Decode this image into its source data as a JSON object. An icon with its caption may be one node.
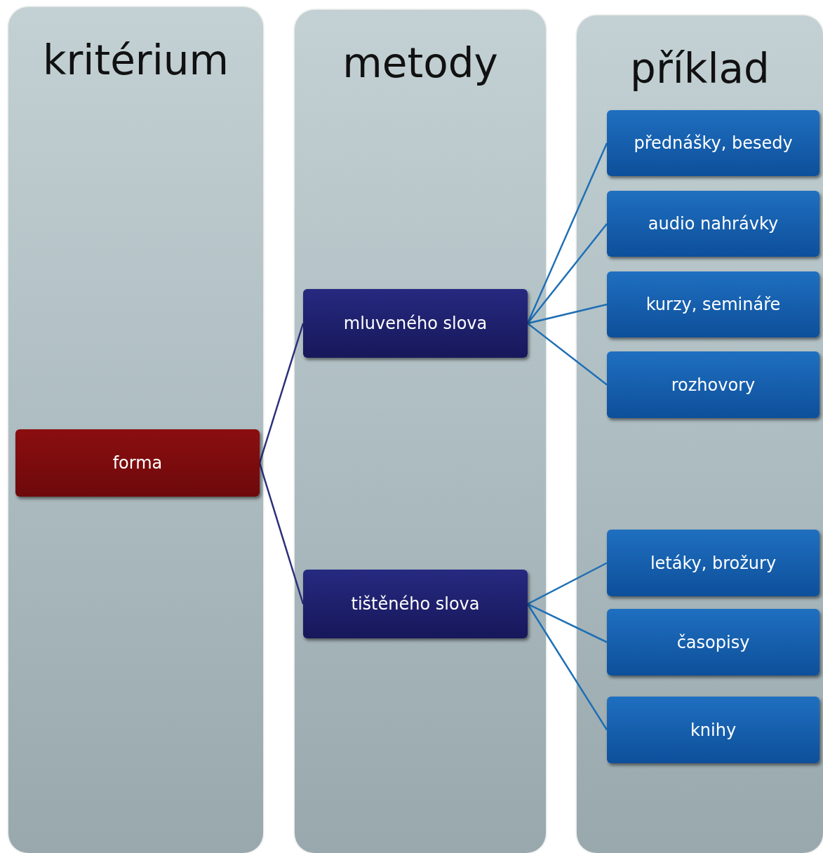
{
  "diagram": {
    "nodes": [
      {
        "text": [
          "kritérium"
        ]
      },
      {
        "text": [
          "metody"
        ]
      },
      {
        "text": [
          "příklad"
        ]
      },
      {
        "text": [
          "forma"
        ],
        "in": 0
      },
      {
        "text": [
          "mluveného slova"
        ],
        "in": 1
      },
      {
        "text": [
          "tištěného slova"
        ],
        "in": 1
      },
      {
        "text": [
          "přednášky, besedy"
        ],
        "in": 2
      },
      {
        "text": [
          "audio nahrávky"
        ],
        "in": 2
      },
      {
        "text": [
          "kurzy, semináře"
        ],
        "in": 2
      },
      {
        "text": [
          "rozhovory"
        ],
        "in": 2
      },
      {
        "text": [
          "letáky, brožury"
        ],
        "in": 2
      },
      {
        "text": [
          "časopisy"
        ],
        "in": 2
      },
      {
        "text": [
          "knihy"
        ],
        "in": 2
      }
    ],
    "edges": [
      {
        "from": 3,
        "to": 4,
        "arrow": "none",
        "color": "#2b2f7a"
      },
      {
        "from": 3,
        "to": 5,
        "arrow": "none",
        "color": "#2b2f7a"
      },
      {
        "from": 4,
        "to": 6,
        "arrow": "none"
      },
      {
        "from": 4,
        "to": 7,
        "arrow": "none"
      },
      {
        "from": 4,
        "to": 8,
        "arrow": "none"
      },
      {
        "from": 4,
        "to": 9,
        "arrow": "none"
      },
      {
        "from": 5,
        "to": 10,
        "arrow": "none"
      },
      {
        "from": 5,
        "to": 11,
        "arrow": "none"
      },
      {
        "from": 5,
        "to": 12,
        "arrow": "none"
      }
    ]
  }
}
